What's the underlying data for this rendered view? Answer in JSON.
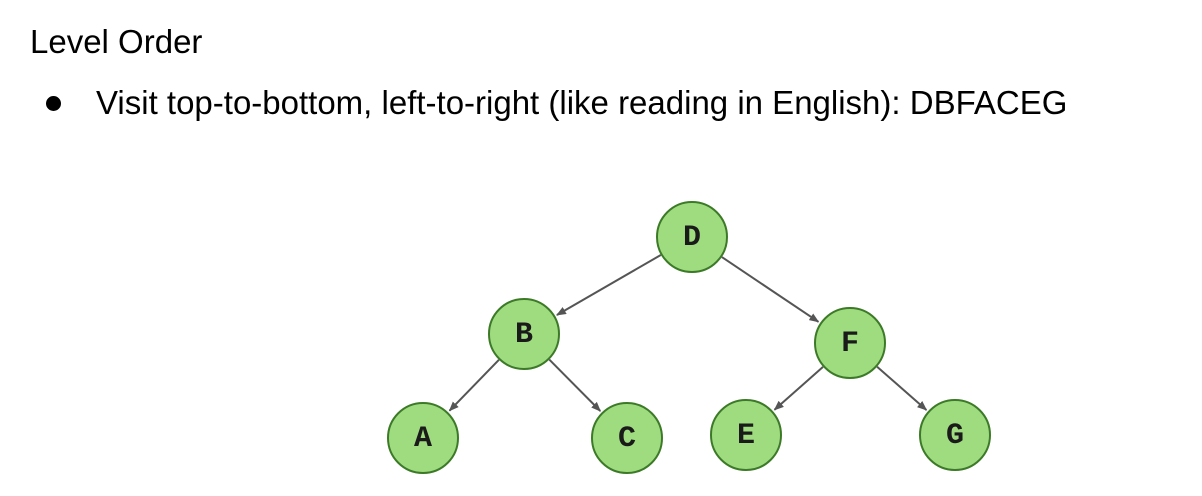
{
  "heading": "Level Order",
  "bullet": {
    "text": "Visit top-to-bottom, left-to-right (like reading in English): DBFACEG"
  },
  "tree": {
    "node_fill": "#9fdc80",
    "node_stroke": "#3c7a28",
    "edge_color": "#555555",
    "nodes": [
      {
        "id": "D",
        "label": "D"
      },
      {
        "id": "B",
        "label": "B"
      },
      {
        "id": "F",
        "label": "F"
      },
      {
        "id": "A",
        "label": "A"
      },
      {
        "id": "C",
        "label": "C"
      },
      {
        "id": "E",
        "label": "E"
      },
      {
        "id": "G",
        "label": "G"
      }
    ],
    "edges": [
      {
        "from": "D",
        "to": "B"
      },
      {
        "from": "D",
        "to": "F"
      },
      {
        "from": "B",
        "to": "A"
      },
      {
        "from": "B",
        "to": "C"
      },
      {
        "from": "F",
        "to": "E"
      },
      {
        "from": "F",
        "to": "G"
      }
    ]
  }
}
